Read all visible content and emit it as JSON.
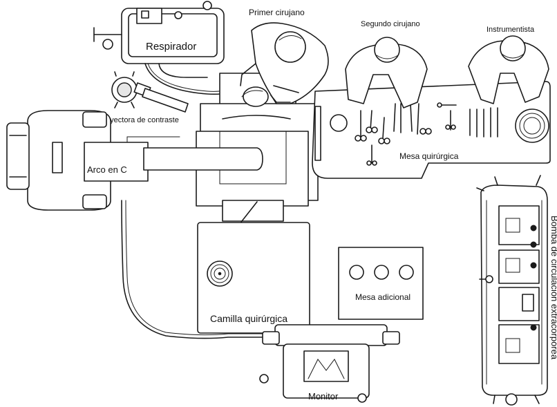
{
  "labels": {
    "respirador": "Respirador",
    "primer_cirujano": "Primer cirujano",
    "segundo_cirujano": "Segundo cirujano",
    "instrumentista": "Instrumentista",
    "inyectora": "Inyectora de contraste",
    "arco": "Arco en C",
    "mesa_quirurgica": "Mesa quirúrgica",
    "bomba": "Bomba de circulación extracorpórea",
    "mesa_adicional": "Mesa adicional",
    "camilla": "Camilla quirúrgica",
    "monitor": "Monitor"
  }
}
